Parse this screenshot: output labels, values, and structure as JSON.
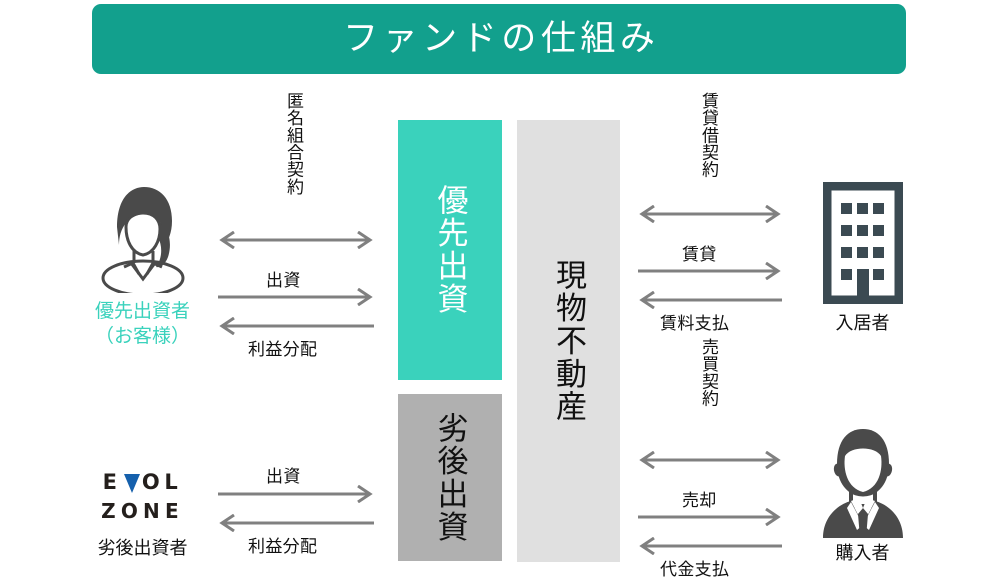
{
  "header": {
    "title": "ファンドの仕組み",
    "banner_color": "#12a08d",
    "text_color": "#ffffff"
  },
  "center_blocks": {
    "senior": {
      "label": "優先出資",
      "color": "#3ad2bc",
      "text_color": "#ffffff"
    },
    "subordinate": {
      "label": "劣後出資",
      "color": "#b0b0b0",
      "text_color": "#111111"
    },
    "property": {
      "label": "現物不動産",
      "color": "#e0e0e0",
      "text_color": "#111111"
    }
  },
  "actors": {
    "senior_investor": {
      "icon": "woman-avatar-icon",
      "label_line1": "優先出資者",
      "label_line2": "（お客様）",
      "label_color": "#3ad2bc"
    },
    "subordinate_investor": {
      "icon": "evolzone-logo",
      "logo_line1": [
        "E",
        "V",
        "O",
        "L"
      ],
      "logo_line2": [
        "Z",
        "O",
        "N",
        "E"
      ],
      "logo_text_color": "#241f1c",
      "logo_accent_color": "#1560ac",
      "label": "劣後出資者"
    },
    "tenant": {
      "icon": "building-icon",
      "label": "入居者",
      "icon_color": "#3b4a52"
    },
    "purchaser": {
      "icon": "businessman-avatar-icon",
      "label": "購入者",
      "icon_color": "#4a4a4a"
    }
  },
  "arrows": {
    "color": "#808080",
    "left_top": [
      {
        "label": "匿名組合契約",
        "direction": "both",
        "orientation": "vertical-label"
      },
      {
        "label": "出資",
        "direction": "right",
        "orientation": "horizontal-label"
      },
      {
        "label": "利益分配",
        "direction": "left",
        "orientation": "horizontal-label"
      }
    ],
    "left_bottom": [
      {
        "label": "出資",
        "direction": "right",
        "orientation": "horizontal-label"
      },
      {
        "label": "利益分配",
        "direction": "left",
        "orientation": "horizontal-label"
      }
    ],
    "right_top": [
      {
        "label": "賃貸借契約",
        "direction": "both",
        "orientation": "vertical-label"
      },
      {
        "label": "賃貸",
        "direction": "right",
        "orientation": "horizontal-label"
      },
      {
        "label": "賃料支払",
        "direction": "left",
        "orientation": "horizontal-label"
      }
    ],
    "right_bottom": [
      {
        "label": "売買契約",
        "direction": "both",
        "orientation": "vertical-label"
      },
      {
        "label": "売却",
        "direction": "right",
        "orientation": "horizontal-label"
      },
      {
        "label": "代金支払",
        "direction": "left",
        "orientation": "horizontal-label"
      }
    ]
  }
}
